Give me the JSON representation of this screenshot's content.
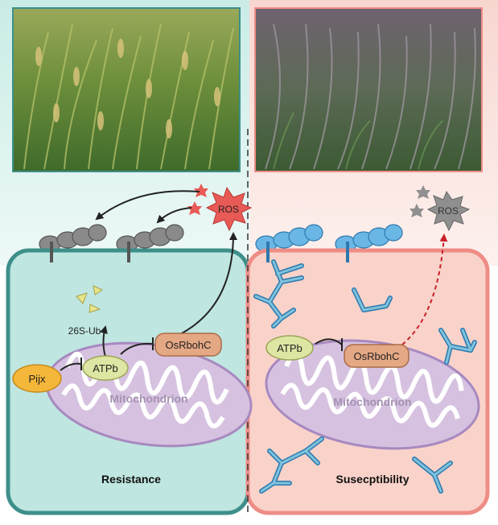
{
  "labels": {
    "ros_left": "ROS",
    "ros_right": "ROS",
    "ub": "26S-Ub",
    "pijx": "Pijx",
    "atpb_left": "ATPb",
    "atpb_right": "ATPb",
    "osrbohc_left": "OsRbohC",
    "osrbohc_right": "OsRbohC",
    "mito_left": "Mitochondrion",
    "mito_right": "Mitochondrion",
    "resistance": "Resistance",
    "susceptibility": "Susecptibility"
  },
  "colors": {
    "resistance_bg": "#bfe6e1",
    "susceptible_bg": "#f9d3ca",
    "resistance_border": "#3e8f8a",
    "susceptible_border": "#ee8c86",
    "mitochondrion": "#d6c2e0",
    "mitochondrion_edge": "#a889c0",
    "pijx": "#f4b73a",
    "atpb": "#dfe6a3",
    "osrbohc": "#e5a884",
    "ros_red": "#e85a55",
    "ros_grey": "#8f8f8f",
    "receptor_grey": "#8a8a8a",
    "receptor_blue": "#6ab7e6",
    "hyphae": "#7ec3dd",
    "ub_fragment": "#e7e48a"
  }
}
